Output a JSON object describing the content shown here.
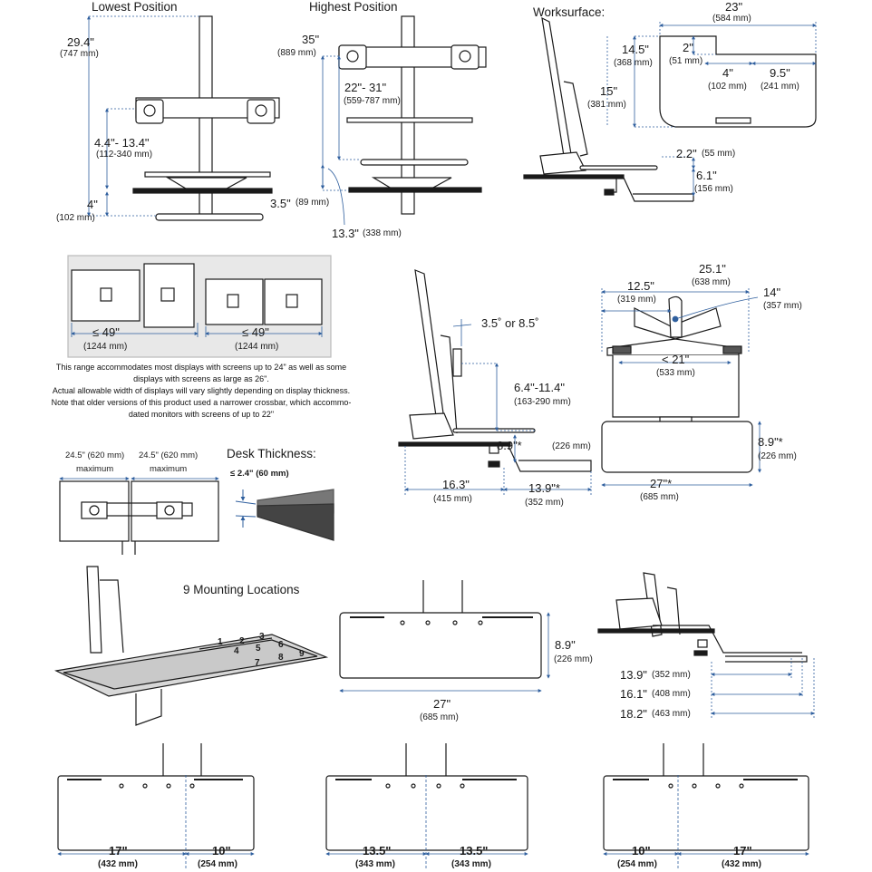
{
  "headings": {
    "lowest_position": "Lowest Position",
    "highest_position": "Highest Position",
    "worksurface": "Worksurface:",
    "desk_thickness": "Desk Thickness:",
    "mounting_locations": "9 Mounting Locations"
  },
  "lowest": {
    "height_in": "29.4\"",
    "height_mm": "(747 mm)",
    "range_in": "4.4\"- 13.4\"",
    "range_mm": "(112-340 mm)",
    "base_in": "4\"",
    "base_mm": "(102 mm)"
  },
  "highest": {
    "height_in": "35\"",
    "height_mm": "(889 mm)",
    "range_in": "22\"- 31\"",
    "range_mm": "(559-787 mm)",
    "clear_in": "3.5\"",
    "clear_mm": "(89 mm)",
    "reach_in": "13.3\"",
    "reach_mm": "(338 mm)"
  },
  "worksurface": {
    "width_in": "23\"",
    "width_mm": "(584 mm)",
    "depth_in": "14.5\"",
    "depth_mm": "(368 mm)",
    "notch_in": "2\"",
    "notch_mm": "(51 mm)",
    "notch_w_in": "4\"",
    "notch_w_mm": "(102 mm)",
    "side_in": "9.5\"",
    "side_mm": "(241 mm)",
    "full_in": "15\"",
    "full_mm": "(381 mm)",
    "drop_in": "2.2\"",
    "drop_mm": "(55 mm)",
    "tray_in": "6.1\"",
    "tray_mm": "(156 mm)"
  },
  "displays": {
    "left_in": "≤ 49\"",
    "left_mm": "(1244 mm)",
    "right_in": "≤ 49\"",
    "right_mm": "(1244 mm)",
    "note_lines": [
      "This range accommodates most displays with screens up to 24\" as well as some",
      "displays with screens as large as 26\".",
      "Actual allowable width of displays will vary slightly depending on display thickness.",
      "Note that older versions of this product used a narrower crossbar, which accommo-",
      "dated monitors with screens of up to 22\""
    ]
  },
  "maxwidth": {
    "left": "24.5\" (620 mm)",
    "left_label": "maximum",
    "right": "24.5\" (620 mm)",
    "right_label": "maximum"
  },
  "desk": {
    "thickness": "≤ 2.4\" (60 mm)"
  },
  "side": {
    "tilt": "3.5˚ or 8.5˚",
    "range_in": "6.4\"-11.4\"",
    "range_mm": "(163-290 mm)",
    "tray_in": "8.9\"*",
    "tray_mm": "(226 mm)",
    "depth_in": "16.3\"",
    "depth_mm": "(415 mm)",
    "ext_in": "13.9\"*",
    "ext_mm": "(352 mm)"
  },
  "top": {
    "width_in": "25.1\"",
    "width_mm": "(638 mm)",
    "arm_in": "12.5\"",
    "arm_mm": "(319 mm)",
    "reach_in": "14\"",
    "reach_mm": "(357 mm)",
    "inner_in": "< 21\"",
    "inner_mm": "(533 mm)",
    "depth_in": "8.9\"*",
    "depth_mm": "(226 mm)",
    "tray_in": "27\"*",
    "tray_mm": "(685 mm)"
  },
  "mount_numbers": [
    "1",
    "2",
    "3",
    "4",
    "5",
    "6",
    "7",
    "8",
    "9"
  ],
  "keyboard": {
    "depth_in": "8.9\"",
    "depth_mm": "(226 mm)",
    "width_in": "27\"",
    "width_mm": "(685 mm)"
  },
  "reach": {
    "a_in": "13.9\"",
    "a_mm": "(352 mm)",
    "b_in": "16.1\"",
    "b_mm": "(408 mm)",
    "c_in": "18.2\"",
    "c_mm": "(463 mm)"
  },
  "offsets": [
    {
      "left_in": "17\"",
      "left_mm": "(432 mm)",
      "right_in": "10\"",
      "right_mm": "(254 mm)"
    },
    {
      "left_in": "13.5\"",
      "left_mm": "(343 mm)",
      "right_in": "13.5\"",
      "right_mm": "(343 mm)"
    },
    {
      "left_in": "10\"",
      "left_mm": "(254 mm)",
      "right_in": "17\"",
      "right_mm": "(432 mm)"
    }
  ],
  "colors": {
    "line": "#1a1a1a",
    "dim": "#2f5f9e",
    "panel": "#e8e8e8"
  }
}
